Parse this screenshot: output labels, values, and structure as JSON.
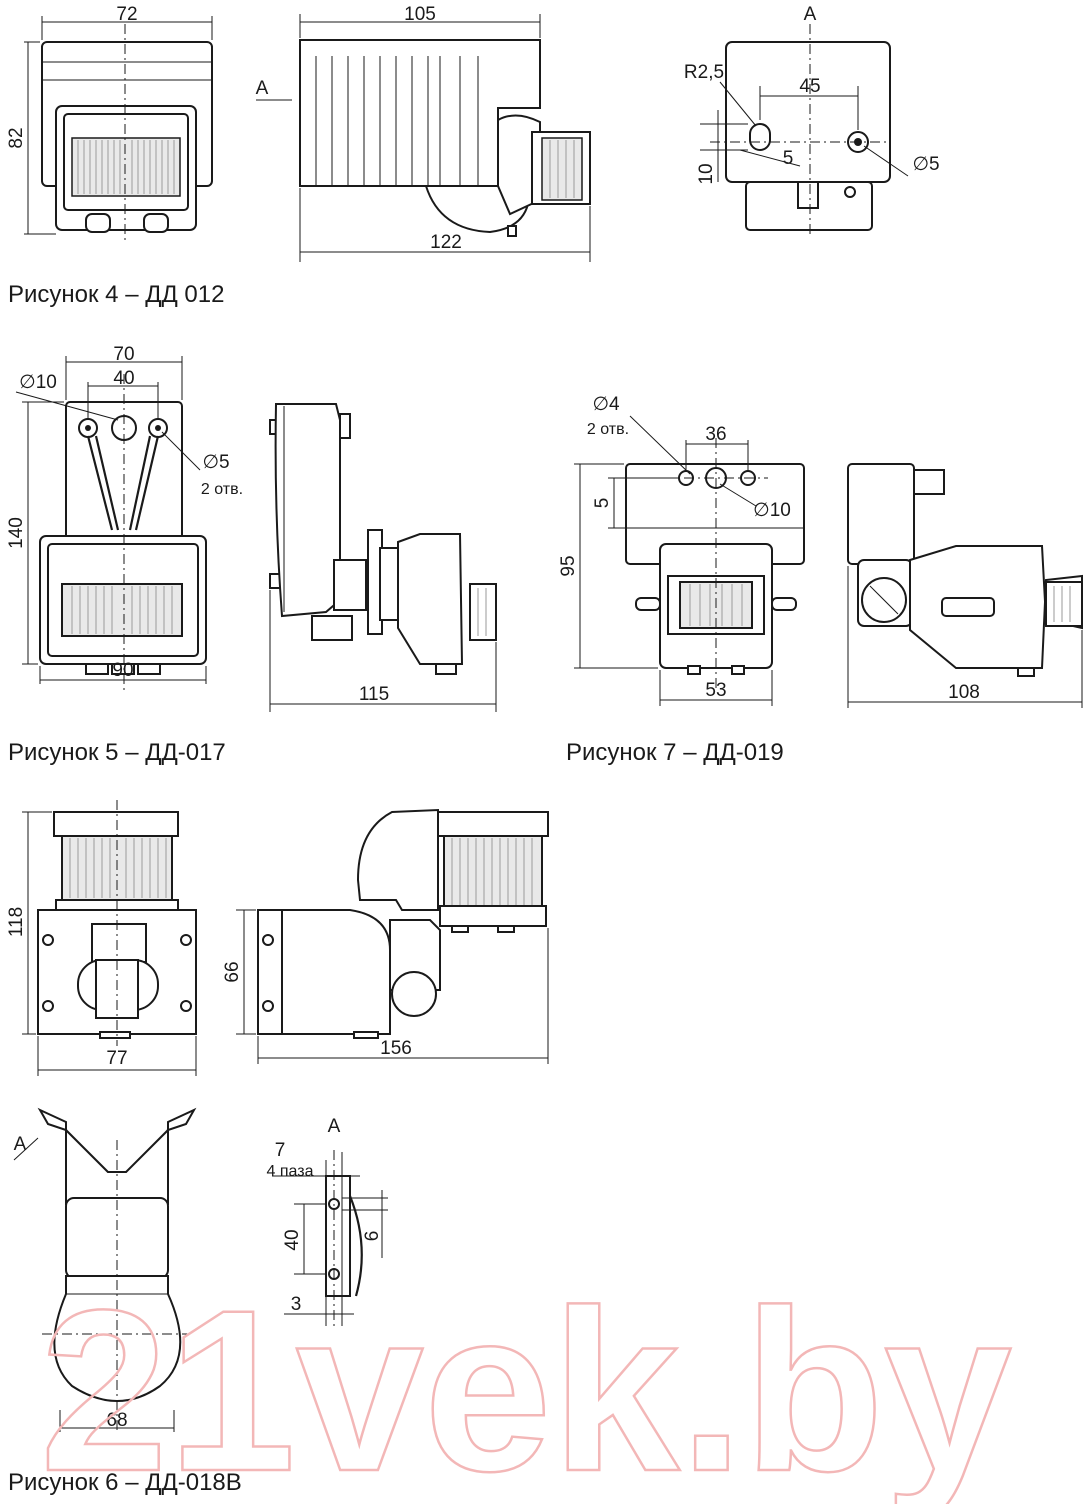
{
  "watermark": "21vek.by",
  "figures": {
    "fig4": {
      "caption": "Рисунок 4  – ДД 012",
      "front": {
        "width": "72",
        "height": "82"
      },
      "side": {
        "top": "105",
        "bottom": "122",
        "view_label": "A"
      },
      "view_a": {
        "title": "A",
        "radius": "R2,5",
        "spacing": "45",
        "offset": "5",
        "height": "10",
        "hole": "∅5"
      }
    },
    "fig5": {
      "caption": "Рисунок 5  – ДД-017",
      "front": {
        "top": "70",
        "spacing": "40",
        "hole_big": "∅10",
        "hole_small": "∅5",
        "hole_count": "2 отв.",
        "height": "140",
        "bottom": "90"
      },
      "side": {
        "bottom": "115"
      }
    },
    "fig7": {
      "caption": "Рисунок 7  – ДД-019",
      "front": {
        "hole_small": "∅4",
        "hole_count": "2 отв.",
        "spacing": "36",
        "offset": "5",
        "hole_big": "∅10",
        "height": "95",
        "bottom": "53"
      },
      "side": {
        "bottom": "108"
      }
    },
    "fig6": {
      "caption": "Рисунок 6  – ДД-018В",
      "front": {
        "height": "118",
        "bottom": "77"
      },
      "side": {
        "height": "66",
        "bottom": "156"
      },
      "bracket": {
        "view_label": "A",
        "bottom": "68"
      },
      "view_a": {
        "title": "A",
        "slot": "7",
        "slot_count": "4 паза",
        "spacing": "40",
        "slot_height": "6",
        "thickness": "3"
      }
    }
  }
}
